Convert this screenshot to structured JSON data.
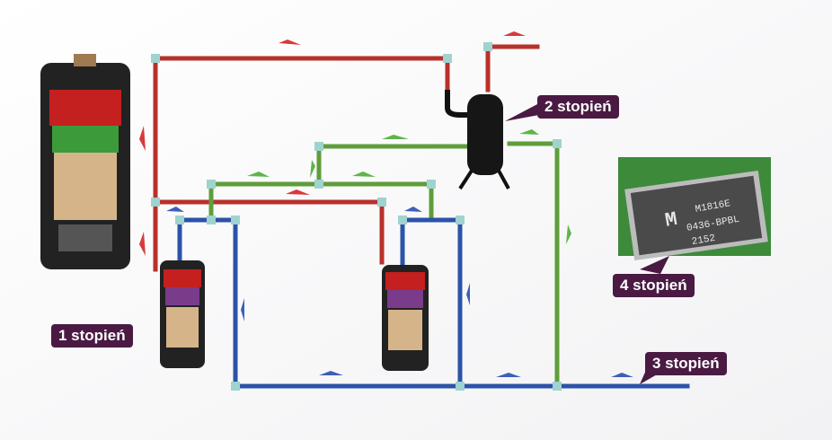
{
  "labels": {
    "stage1": "1 stopień",
    "stage2": "2 stopień",
    "stage3": "3 stopień",
    "stage4": "4 stopień"
  },
  "chip": {
    "line1": "M1816E",
    "line2": "0436-BPBL",
    "line3": "2152"
  },
  "colors": {
    "red": "#c0322a",
    "green": "#6aa843",
    "blue": "#2f57b0",
    "label_bg": "#4a1a43"
  }
}
